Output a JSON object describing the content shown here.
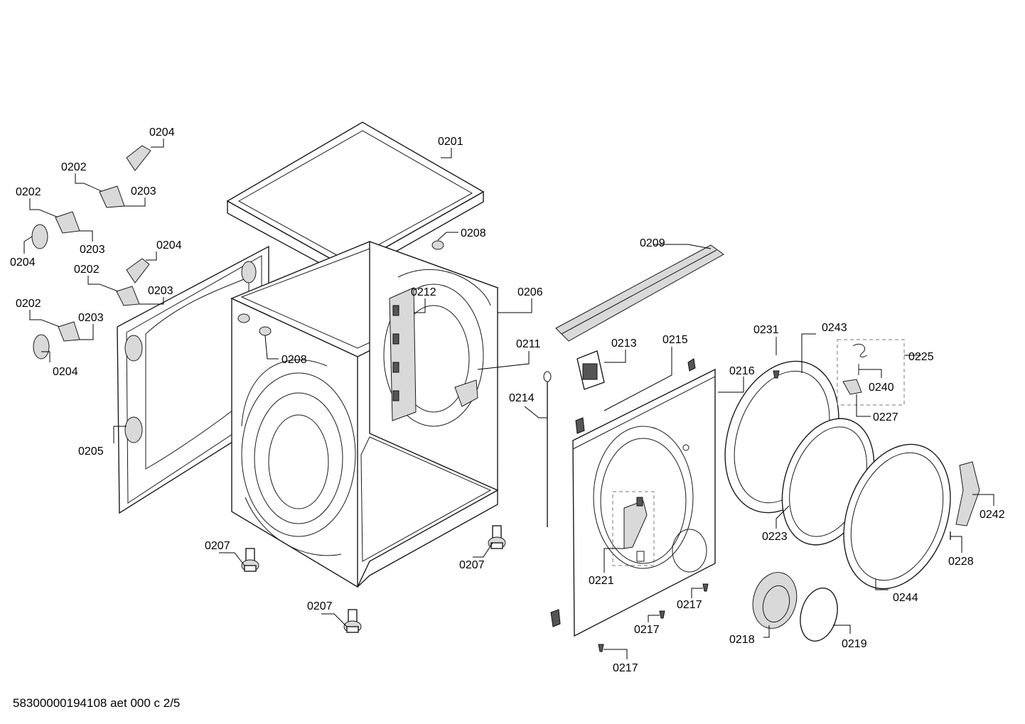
{
  "footer": {
    "document_code": "58300000194108 aet 000 c 2/5"
  },
  "labels": {
    "l0201": "0201",
    "l0202a": "0202",
    "l0202b": "0202",
    "l0202c": "0202",
    "l0202d": "0202",
    "l0203a": "0203",
    "l0203b": "0203",
    "l0203c": "0203",
    "l0203d": "0203",
    "l0204a": "0204",
    "l0204b": "0204",
    "l0204c": "0204",
    "l0204d": "0204",
    "l0205": "0205",
    "l0206": "0206",
    "l0207a": "0207",
    "l0207b": "0207",
    "l0207c": "0207",
    "l0208a": "0208",
    "l0208b": "0208",
    "l0209": "0209",
    "l0211": "0211",
    "l0212": "0212",
    "l0213": "0213",
    "l0214": "0214",
    "l0215": "0215",
    "l0216": "0216",
    "l0217a": "0217",
    "l0217b": "0217",
    "l0217c": "0217",
    "l0218": "0218",
    "l0219": "0219",
    "l0221": "0221",
    "l0223": "0223",
    "l0225": "0225",
    "l0227": "0227",
    "l0228": "0228",
    "l0231": "0231",
    "l0240": "0240",
    "l0242": "0242",
    "l0243": "0243",
    "l0244": "0244"
  }
}
